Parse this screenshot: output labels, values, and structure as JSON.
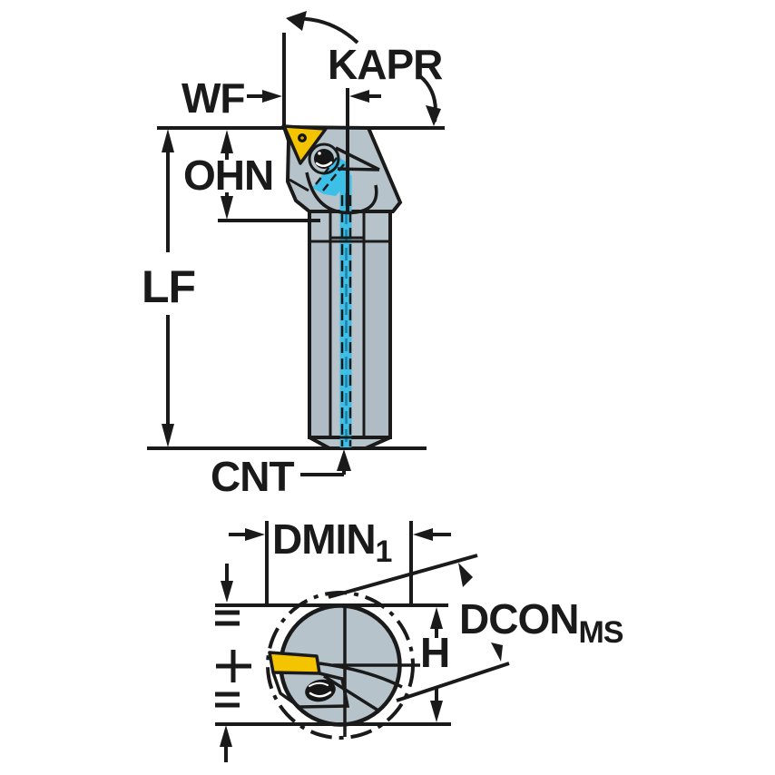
{
  "diagram": {
    "title": "Tool holder dimensional drawing",
    "views": {
      "side_view": {
        "labels": {
          "kapr": "KAPR",
          "wf": "WF",
          "ohn": "OHN",
          "lf": "LF",
          "cnt": "CNT"
        }
      },
      "cross_section_view": {
        "labels": {
          "dmin": "DMIN",
          "dmin_sub": "1",
          "dcon": "DCON",
          "dcon_sub": "MS",
          "h": "H"
        },
        "symbols": {
          "equal_top": "=",
          "center_mark": "+",
          "equal_bottom": "="
        }
      }
    },
    "colors": {
      "line": "#1a1a1a",
      "body": "#b6c3cb",
      "body_shade": "#a9b7c1",
      "coolant": "#3cc0e8",
      "coolant_dark": "#1e7fa6",
      "insert": "#f5c400",
      "background": "#ffffff"
    }
  }
}
